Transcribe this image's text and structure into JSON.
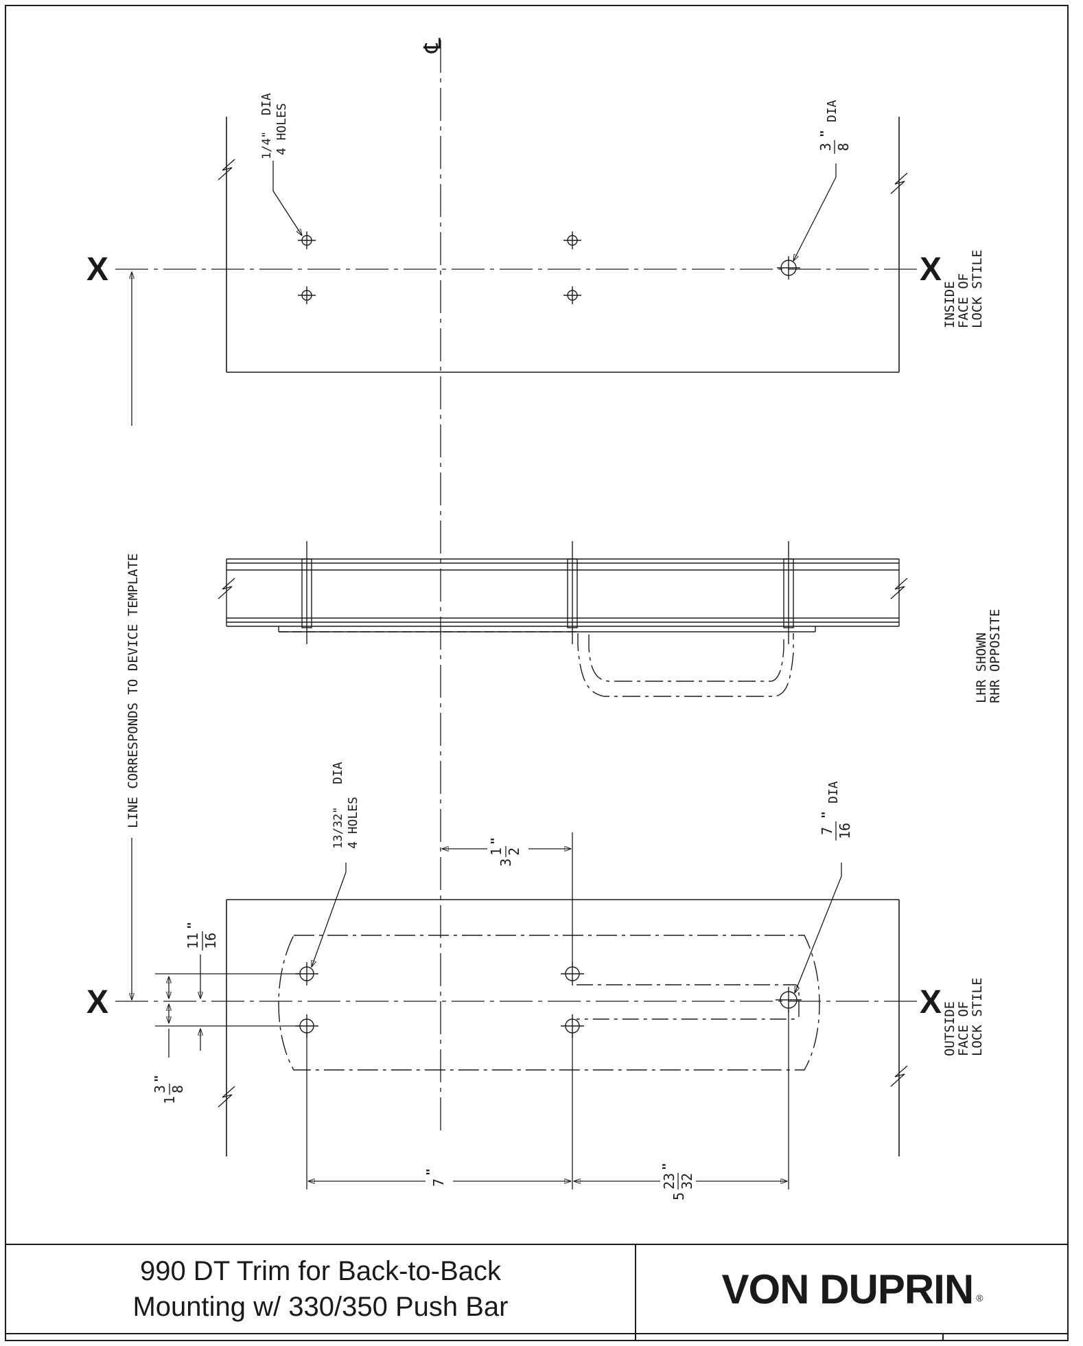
{
  "title": {
    "line1": "990 DT Trim for Back-to-Back",
    "line2": "Mounting w/ 330/350 Push Bar"
  },
  "brand": {
    "name": "VON DUPRIN",
    "mark": "®"
  },
  "drawing": {
    "centerline_symbol": "℄",
    "datum_mark": "X",
    "datum_line_note": "LINE CORRESPONDS TO DEVICE TEMPLATE",
    "inside_label": [
      "INSIDE",
      "FACE OF",
      "LOCK STILE"
    ],
    "outside_label": [
      "OUTSIDE",
      "FACE OF",
      "LOCK STILE"
    ],
    "handing_note": [
      "LHR SHOWN",
      "RHR OPPOSITE"
    ],
    "inside_small_holes": {
      "size": "1/4\"",
      "dia": "DIA",
      "count": "4 HOLES"
    },
    "inside_large_hole": {
      "num": "3",
      "den": "8",
      "inch": "\"",
      "dia": "DIA"
    },
    "outside_small_holes": {
      "size": "13/32\"",
      "dia": "DIA",
      "count": "4 HOLES"
    },
    "outside_large_hole": {
      "num": "7",
      "den": "16",
      "inch": "\"",
      "dia": "DIA"
    },
    "dims": {
      "offset_from_cl": {
        "whole": "3",
        "num": "1",
        "den": "2",
        "inch": "\""
      },
      "hole_to_datum": {
        "num": "11",
        "den": "16",
        "inch": "\""
      },
      "hole_spacing": {
        "whole": "1",
        "num": "3",
        "den": "8",
        "inch": "\""
      },
      "bottom_left": {
        "whole": "7",
        "inch": "\""
      },
      "bottom_right": {
        "whole": "5",
        "num": "23",
        "den": "32",
        "inch": "\""
      }
    }
  }
}
